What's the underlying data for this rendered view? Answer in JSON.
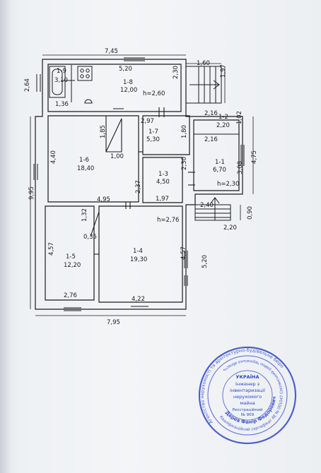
{
  "plan": {
    "dimensions": {
      "top_width": "7,45",
      "left_wing_height": "2,64",
      "wall_136": "1,36",
      "bath_width": "5,20",
      "kitchen_depth": "2,30",
      "porch_width": "1,60",
      "porch_depth": "1,97",
      "hall_297": "2,97",
      "corr_185": "1,85",
      "corr_100": "1,00",
      "hall_180": "1,80",
      "r12_216": "2,16",
      "r12_102": "1,02",
      "r11_216": "2,16",
      "r11_308": "3,08",
      "right_475": "4,75",
      "r16_440": "4,40",
      "total_height": "9,95",
      "r13_230": "2,30",
      "r13_237": "2,37",
      "r13_197": "1,97",
      "r16_495": "4,95",
      "porch2_240": "2,40",
      "porch2_090": "0,90",
      "porch2_220": "2,20",
      "r15_132": "1,32",
      "r15_035": "0,35",
      "r15_457": "4,57",
      "r14_457": "4,57",
      "r14_520": "5,20",
      "r15_276": "2,76",
      "r14_422": "4,22",
      "bottom_width": "7,95"
    },
    "rooms": {
      "r19": {
        "code": "1-9",
        "area": "3,10"
      },
      "r18": {
        "code": "1-8",
        "area": "12,00",
        "height": "h=2,60"
      },
      "r17": {
        "code": "1-7",
        "area": "5,30"
      },
      "r16": {
        "code": "1-6",
        "area": "18,40"
      },
      "r13": {
        "code": "1-3",
        "area": "4,50"
      },
      "r12": {
        "code": "1-2",
        "area": "2,20"
      },
      "r11": {
        "code": "1-1",
        "area": "6,70",
        "height": "h=2,30"
      },
      "r15": {
        "code": "1-5",
        "area": "12,20"
      },
      "r14": {
        "code": "1-4",
        "area": "19,30",
        "height": "h=2,76"
      }
    }
  },
  "stamp": {
    "ring_outer": "Агентство нерухомості та архітектурно-будівельне бюро",
    "ring_inner": "Кваліфікаційний сертифікат АЕ № 001047 Смілянський район Черкаська область",
    "country": "УКРАЇНА",
    "title_line1": "Інженер з",
    "title_line2": "інвентаризації",
    "title_line3": "нерухомого",
    "title_line4": "майна",
    "reg_label": "Реєстраційний",
    "reg_number": "№ 909",
    "name_ring": "Дерев Фанір Федорович"
  },
  "colors": {
    "ink": "#1b1b1b",
    "stamp_blue": "#2f45c7",
    "paper": "#f3f5f7"
  }
}
